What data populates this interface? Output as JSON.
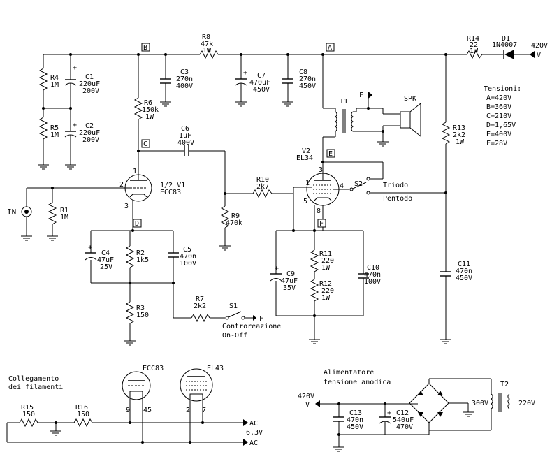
{
  "nodes": {
    "A": "A",
    "B": "B",
    "C": "C",
    "D": "D",
    "E": "E",
    "F": "F"
  },
  "components": {
    "r1": {
      "ref": "R1",
      "value": "1M"
    },
    "r2": {
      "ref": "R2",
      "value": "1k5"
    },
    "r3": {
      "ref": "R3",
      "value": "150"
    },
    "r4": {
      "ref": "R4",
      "value": "1M"
    },
    "r5": {
      "ref": "R5",
      "value": "1M"
    },
    "r6": {
      "ref": "R6",
      "value": "150k",
      "rating": "1W"
    },
    "r7": {
      "ref": "R7",
      "value": "2k2"
    },
    "r8": {
      "ref": "R8",
      "value": "47k",
      "rating": "1W"
    },
    "r9": {
      "ref": "R9",
      "value": "470k"
    },
    "r10": {
      "ref": "R10",
      "value": "2k7"
    },
    "r11": {
      "ref": "R11",
      "value": "220",
      "rating": "1W"
    },
    "r12": {
      "ref": "R12",
      "value": "220",
      "rating": "1W"
    },
    "r13": {
      "ref": "R13",
      "value": "2k2",
      "rating": "1W"
    },
    "r14": {
      "ref": "R14",
      "value": "22",
      "rating": "1W"
    },
    "r15": {
      "ref": "R15",
      "value": "150"
    },
    "r16": {
      "ref": "R16",
      "value": "150"
    },
    "c1": {
      "ref": "C1",
      "value": "220uF",
      "rating": "200V"
    },
    "c2": {
      "ref": "C2",
      "value": "220uF",
      "rating": "200V"
    },
    "c3": {
      "ref": "C3",
      "value": "270n",
      "rating": "400V"
    },
    "c4": {
      "ref": "C4",
      "value": "47uF",
      "rating": "25V"
    },
    "c5": {
      "ref": "C5",
      "value": "470n",
      "rating": "100V"
    },
    "c6": {
      "ref": "C6",
      "value": "1uF",
      "rating": "400V"
    },
    "c7": {
      "ref": "C7",
      "value": "470uF",
      "rating": "450V"
    },
    "c8": {
      "ref": "C8",
      "value": "270n",
      "rating": "450V"
    },
    "c9": {
      "ref": "C9",
      "value": "47uF",
      "rating": "35V"
    },
    "c10": {
      "ref": "C10",
      "value": "470n",
      "rating": "100V"
    },
    "c11": {
      "ref": "C11",
      "value": "470n",
      "rating": "450V"
    },
    "c12": {
      "ref": "C12",
      "value": "540uF",
      "rating": "470V"
    },
    "c13": {
      "ref": "C13",
      "value": "470n",
      "rating": "450V"
    },
    "d1": {
      "ref": "D1",
      "value": "1N4007"
    },
    "v1": {
      "ref": "1/2 V1",
      "value": "ECC83"
    },
    "v2": {
      "ref": "V2",
      "value": "EL34"
    },
    "t1": {
      "ref": "T1"
    },
    "t2": {
      "ref": "T2"
    },
    "spk": {
      "ref": "SPK"
    },
    "s1": {
      "ref": "S1"
    },
    "s2": {
      "ref": "S2"
    }
  },
  "labels": {
    "input": "IN",
    "plus": "+",
    "v_label": "V",
    "f_terminal": "F",
    "supply_in": "420V",
    "triode": "Triodo",
    "pentode": "Pentodo",
    "feedback_line1": "Controreazione",
    "feedback_line2": "On-Off",
    "v1_pins": {
      "grid": "2",
      "plate": "1",
      "cathode": "3"
    },
    "v2_pins": {
      "plate": "3",
      "grid": "1",
      "screen": "4",
      "cathode": "5",
      "supp": "8"
    }
  },
  "voltages": {
    "title": "Tensioni:",
    "items": [
      "A=420V",
      "B=360V",
      "C=210V",
      "D=1,65V",
      "E=400V",
      "F=28V"
    ]
  },
  "filaments": {
    "title_line1": "Collegamento",
    "title_line2": "dei filamenti",
    "tube1": "ECC83",
    "tube2": "EL43",
    "tube1_pins": [
      "9",
      "45"
    ],
    "tube2_pins": [
      "2",
      "7"
    ],
    "ac_label": "AC",
    "ac_voltage": "6,3V"
  },
  "power_supply": {
    "title_line1": "Alimentatore",
    "title_line2": "tensione anodica",
    "output": "420V",
    "sec_voltage": "300V",
    "primary_voltage": "220V"
  }
}
